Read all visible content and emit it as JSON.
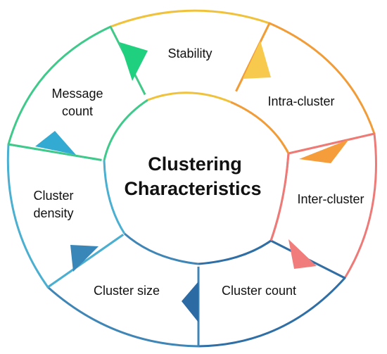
{
  "center": {
    "line1": "Clustering",
    "line2": "Characteristics"
  },
  "segments": [
    {
      "id": "stability",
      "lines": [
        "Stability"
      ],
      "color": "#f0c23c",
      "arrow_color": "#f7c94d"
    },
    {
      "id": "intra-cluster",
      "lines": [
        "Intra-cluster"
      ],
      "color": "#f29c38",
      "arrow_color": "#f59d3a"
    },
    {
      "id": "inter-cluster",
      "lines": [
        "Inter-cluster"
      ],
      "color": "#ee7a78",
      "arrow_color": "#f07c7b"
    },
    {
      "id": "cluster-count",
      "lines": [
        "Cluster count"
      ],
      "color": "#2f6fa6",
      "arrow_color": "#2b6aa3"
    },
    {
      "id": "cluster-size",
      "lines": [
        "Cluster size"
      ],
      "color": "#3f86b6",
      "arrow_color": "#3986b8"
    },
    {
      "id": "cluster-density",
      "lines": [
        "Cluster",
        "density"
      ],
      "color": "#4aafd0",
      "arrow_color": "#33aad1"
    },
    {
      "id": "message-count",
      "lines": [
        "Message",
        "count"
      ],
      "color": "#3fc98a",
      "arrow_color": "#1fd07e"
    }
  ]
}
